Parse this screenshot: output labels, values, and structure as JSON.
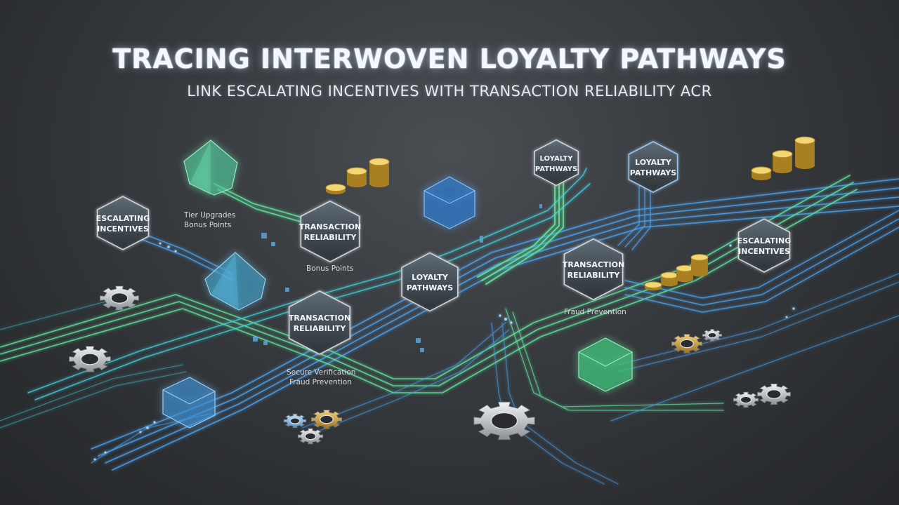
{
  "header": {
    "title": "TRACING INTERWOVEN LOYALTY PATHWAYS",
    "subtitle": "LINK ESCALATING INCENTIVES WITH TRANSACTION RELIABILITY ACR"
  },
  "nodes": [
    {
      "id": "escalating-left",
      "lines": [
        "ESCALATING",
        "INCENTIVES"
      ]
    },
    {
      "id": "transaction-upper",
      "lines": [
        "TRANSACTION",
        "RELIABILITY"
      ]
    },
    {
      "id": "loyalty-top-1",
      "lines": [
        "LOYALTY",
        "PATHWAYS"
      ]
    },
    {
      "id": "loyalty-top-2",
      "lines": [
        "LOYALTY",
        "PATHWAYS"
      ]
    },
    {
      "id": "loyalty-center",
      "lines": [
        "LOYALTY",
        "PATHWAYS"
      ]
    },
    {
      "id": "transaction-right",
      "lines": [
        "TRANSACTION",
        "RELIABILITY"
      ]
    },
    {
      "id": "escalating-right",
      "lines": [
        "ESCALATING",
        "INCENTIVES"
      ]
    },
    {
      "id": "transaction-lower",
      "lines": [
        "TRANSACTION",
        "RELIABILITY"
      ]
    }
  ],
  "annotations": [
    {
      "id": "tier-upgrades",
      "text": "Tier Upgrades"
    },
    {
      "id": "bonus-points-1",
      "text": "Bonus Points"
    },
    {
      "id": "bonus-points-2",
      "text": "Bonus Points"
    },
    {
      "id": "fraud-prevention-right",
      "text": "Fraud Prevention"
    },
    {
      "id": "secure-verification",
      "text": "Secure Verification"
    },
    {
      "id": "fraud-prevention-lower",
      "text": "Fraud Prevention"
    }
  ],
  "colors": {
    "green": "#5fe39a",
    "blue": "#4aa3f0",
    "cyan": "#3fd4e0",
    "gold": "#e0b448",
    "gear": "#c9ccd1"
  },
  "icons": [
    "gem-icon",
    "cube-icon",
    "gear-icon",
    "coin-stack-icon"
  ]
}
